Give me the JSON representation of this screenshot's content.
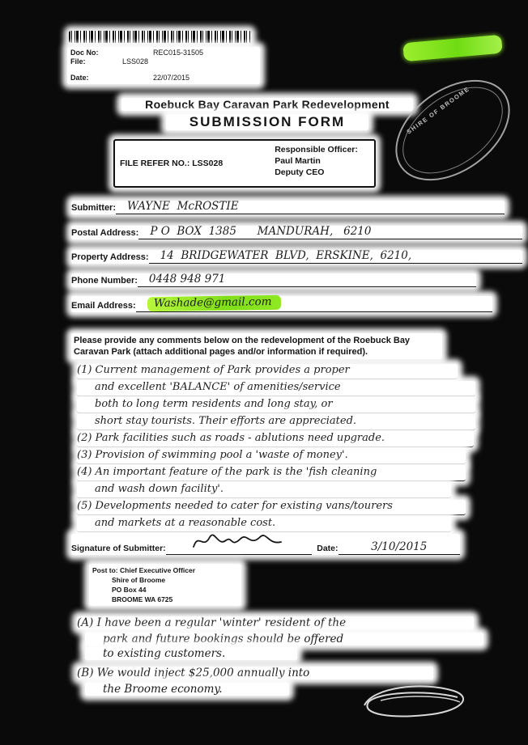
{
  "meta": {
    "doc_no_label": "Doc No:",
    "doc_no": "REC015-31505",
    "file_label": "File:",
    "file": "LSS028",
    "date_label": "Date:",
    "date": "22/07/2015"
  },
  "title": {
    "line1": "Roebuck Bay Caravan Park Redevelopment",
    "line2": "SUBMISSION FORM"
  },
  "stamp": {
    "text": "SHIRE OF BROOME"
  },
  "info_box": {
    "file_ref": "FILE REFER NO.:  LSS028",
    "officer_label": "Responsible Officer:",
    "officer_name": "Paul Martin",
    "officer_title": "Deputy CEO"
  },
  "fields": [
    {
      "label": "Submitter:",
      "value": "WAYNE  McROSTIE"
    },
    {
      "label": "Postal Address:",
      "value": "P O  BOX  1385      MANDURAH,   6210"
    },
    {
      "label": "Property Address:",
      "value": "14  BRIDGEWATER  BLVD,  ERSKINE,  6210,"
    },
    {
      "label": "Phone Number:",
      "value": "0448 948 971"
    },
    {
      "label": "Email Address:",
      "value": "Washade@gmail.com"
    }
  ],
  "instructions": "Please provide any comments below on the redevelopment of the Roebuck Bay Caravan Park (attach additional pages and/or information if required).",
  "comments": [
    "(1) Current management of Park provides a proper",
    "and excellent 'BALANCE' of amenities/service",
    "both to long term residents and long stay, or",
    "short stay tourists. Their efforts are appreciated.",
    "(2)  Park facilities such as roads - ablutions need upgrade.",
    "(3)  Provision of swimming pool a 'waste of money'.",
    "(4)  An important feature of the park is the 'fish cleaning",
    "and wash down facility'.",
    "(5)  Developments needed to cater for existing vans/tourers",
    "and markets at a reasonable cost."
  ],
  "signature": {
    "label": "Signature of Submitter:",
    "date_label": "Date:",
    "date_value": "3/10/2015"
  },
  "footer": {
    "lines": [
      "Post to: Chief Executive Officer",
      "Shire of Broome",
      "PO Box 44",
      "BROOME WA 6725"
    ]
  },
  "notes_a": [
    "(A)  I have been a regular 'winter' resident of the",
    "park and future bookings should be offered",
    "to existing customers."
  ],
  "notes_b": [
    "(B)  We would inject $25,000 annually into",
    "the Broome economy."
  ]
}
